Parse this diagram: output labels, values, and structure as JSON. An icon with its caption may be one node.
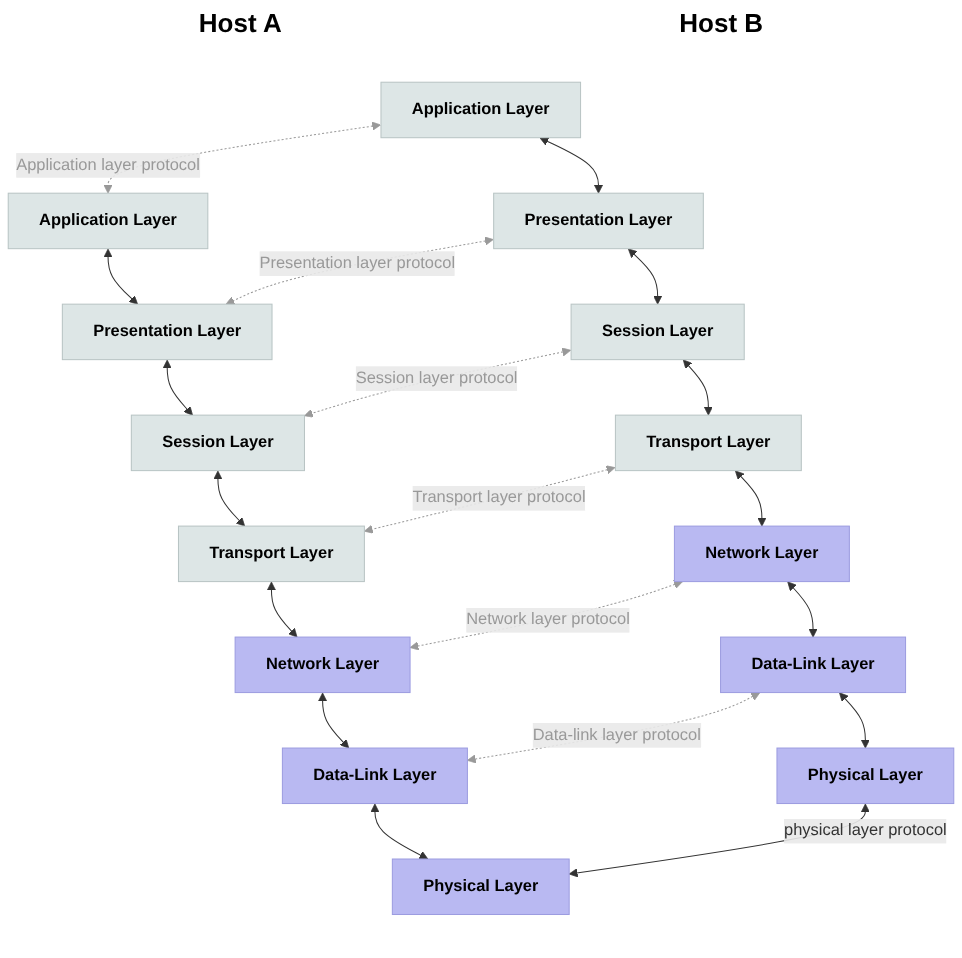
{
  "diagram": {
    "nodes": [
      {
        "text": [
          "Application Layer"
        ]
      },
      {
        "text": [
          "Application Layer"
        ]
      },
      {
        "text": [
          "Presentation Layer"
        ]
      },
      {
        "text": [
          "Presentation Layer"
        ]
      },
      {
        "text": [
          "Session Layer"
        ]
      },
      {
        "text": [
          "Session Layer"
        ]
      },
      {
        "text": [
          "Transport Layer"
        ]
      },
      {
        "text": [
          "Transport Layer"
        ]
      },
      {
        "text": [
          "Network Layer"
        ]
      },
      {
        "text": [
          "Network Layer"
        ]
      },
      {
        "text": [
          "Data-Link Layer"
        ]
      },
      {
        "text": [
          "Data-Link Layer"
        ]
      },
      {
        "text": [
          "Physical Layer"
        ]
      },
      {
        "text": [
          "Physical Layer"
        ]
      }
    ],
    "edges": [
      {
        "from": 0,
        "to": 1,
        "arrow": "both",
        "label": "Application layer protocol",
        "style": "dashed",
        "color": "#999999"
      },
      {
        "from": 0,
        "to": 2,
        "arrow": "both"
      },
      {
        "from": 1,
        "to": 3,
        "arrow": "both"
      },
      {
        "from": 2,
        "to": 3,
        "arrow": "both",
        "label": "Presentation layer protocol",
        "style": "dashed",
        "color": "#999999"
      },
      {
        "from": 2,
        "to": 4,
        "arrow": "both"
      },
      {
        "from": 3,
        "to": 5,
        "arrow": "both"
      },
      {
        "from": 4,
        "to": 5,
        "arrow": "both",
        "label": "Session layer protocol",
        "style": "dashed",
        "color": "#999999"
      },
      {
        "from": 4,
        "to": 6,
        "arrow": "both"
      },
      {
        "from": 5,
        "to": 7,
        "arrow": "both"
      },
      {
        "from": 6,
        "to": 7,
        "arrow": "both",
        "label": "Transport layer protocol",
        "style": "dashed",
        "color": "#999999"
      },
      {
        "from": 6,
        "to": 8,
        "arrow": "both"
      },
      {
        "from": 7,
        "to": 9,
        "arrow": "both"
      },
      {
        "from": 8,
        "to": 9,
        "arrow": "both",
        "label": "Network layer protocol",
        "style": "dashed",
        "color": "#999999"
      },
      {
        "from": 8,
        "to": 10,
        "arrow": "both"
      },
      {
        "from": 9,
        "to": 11,
        "arrow": "both"
      },
      {
        "from": 10,
        "to": 11,
        "arrow": "both",
        "label": "Data-link layer protocol",
        "style": "dashed",
        "color": "#999999"
      },
      {
        "from": 10,
        "to": 12,
        "arrow": "both"
      },
      {
        "from": 11,
        "to": 13,
        "arrow": "both"
      },
      {
        "from": 12,
        "to": 13,
        "arrow": "both",
        "label": "physical layer protocol"
      }
    ],
    "labels": [
      "Host A",
      "Host B"
    ]
  }
}
